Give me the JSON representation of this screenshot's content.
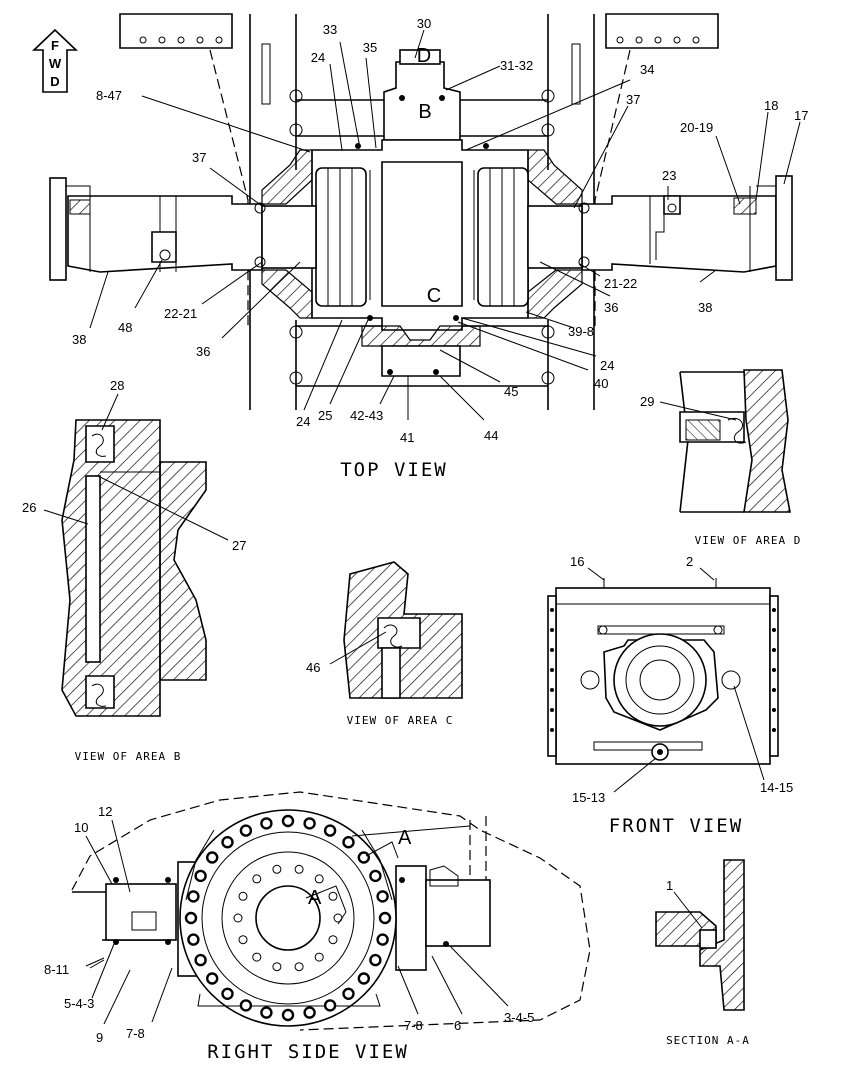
{
  "views": {
    "top": "TOP VIEW",
    "front": "FRONT VIEW",
    "right_side": "RIGHT SIDE VIEW",
    "area_b": "VIEW OF AREA B",
    "area_c": "VIEW OF AREA C",
    "area_d": "VIEW OF AREA D",
    "section_aa": "SECTION A-A"
  },
  "fwd": [
    "F",
    "W",
    "D"
  ],
  "letters": {
    "b": "B",
    "c": "C",
    "d": "D",
    "a1": "A",
    "a2": "A"
  },
  "callouts": {
    "c30": "30",
    "c31_32": "31-32",
    "c33": "33",
    "c35": "35",
    "c24a": "24",
    "c34": "34",
    "c8_47": "8-47",
    "c37a": "37",
    "c37b": "37",
    "c20_19": "20-19",
    "c18": "18",
    "c17": "17",
    "c23": "23",
    "c21_22": "21-22",
    "c36a": "36",
    "c38a": "38",
    "c38b": "38",
    "c48": "48",
    "c22_21": "22-21",
    "c36b": "36",
    "c39_8": "39-8",
    "c24b": "24",
    "c40": "40",
    "c45": "45",
    "c44": "44",
    "c41": "41",
    "c42_43": "42-43",
    "c25": "25",
    "c24c": "24",
    "c28": "28",
    "c26": "26",
    "c27": "27",
    "c29": "29",
    "c46": "46",
    "c16": "16",
    "c2": "2",
    "c15_13": "15-13",
    "c14_15": "14-15",
    "c12": "12",
    "c10": "10",
    "c8_11": "8-11",
    "c5_4_3": "5-4-3",
    "c9": "9",
    "c7_8a": "7-8",
    "c7_8b": "7-8",
    "c6": "6",
    "c3_4_5": "3-4-5",
    "c1": "1"
  }
}
